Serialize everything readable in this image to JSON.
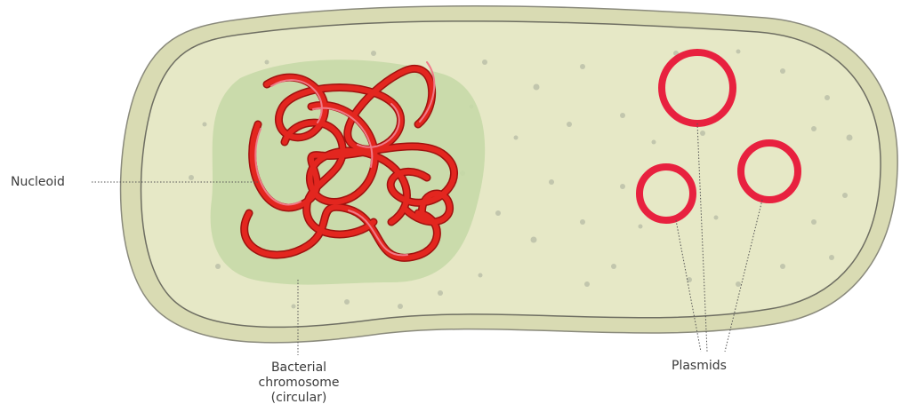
{
  "diagram": {
    "labels": {
      "nucleoid": "Nucleoid",
      "chromosome_line1": "Bacterial",
      "chromosome_line2": "chromosome",
      "chromosome_line3": "(circular)",
      "plasmids": "Plasmids"
    },
    "colors": {
      "cytoplasm": "#e6e8c6",
      "cell_wall": "#d7d9b0",
      "membrane_stroke": "#6e6e62",
      "nucleoid_region": "#c6d9a7",
      "dna_red": "#e3261f",
      "dna_dark": "#9f120f",
      "dna_pink": "#f07a88",
      "plasmid_red": "#e8213f",
      "ribosome_dots": "#c2c6ad",
      "leader_line": "#555555"
    },
    "icons": [
      "bacterial-cell",
      "chromosome-loop",
      "plasmid-ring"
    ]
  }
}
